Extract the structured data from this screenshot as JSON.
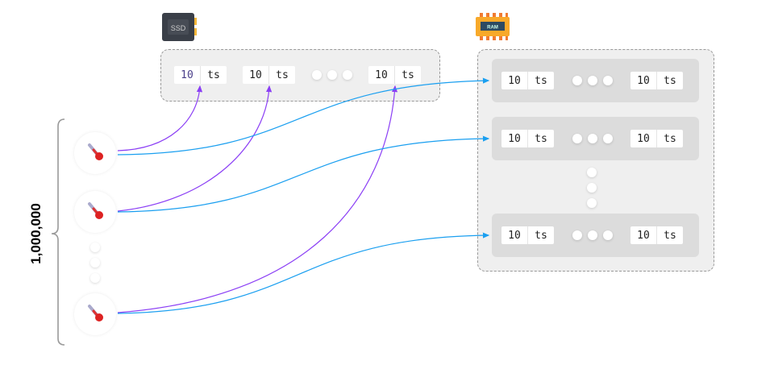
{
  "count_label": "1,000,000",
  "ssd": {
    "icon_text": "SSD",
    "cells": [
      {
        "value": "10",
        "key": "ts"
      },
      {
        "value": "10",
        "key": "ts"
      },
      {
        "value": "10",
        "key": "ts"
      }
    ]
  },
  "ram": {
    "icon_text": "RAM",
    "rows": [
      {
        "cells": [
          {
            "value": "10",
            "key": "ts"
          },
          {
            "value": "10",
            "key": "ts"
          }
        ]
      },
      {
        "cells": [
          {
            "value": "10",
            "key": "ts"
          },
          {
            "value": "10",
            "key": "ts"
          }
        ]
      },
      {
        "cells": [
          {
            "value": "10",
            "key": "ts"
          },
          {
            "value": "10",
            "key": "ts"
          }
        ]
      }
    ]
  },
  "colors": {
    "disk_arrow": "#8b3ff5",
    "memory_arrow": "#1a9ff0"
  }
}
